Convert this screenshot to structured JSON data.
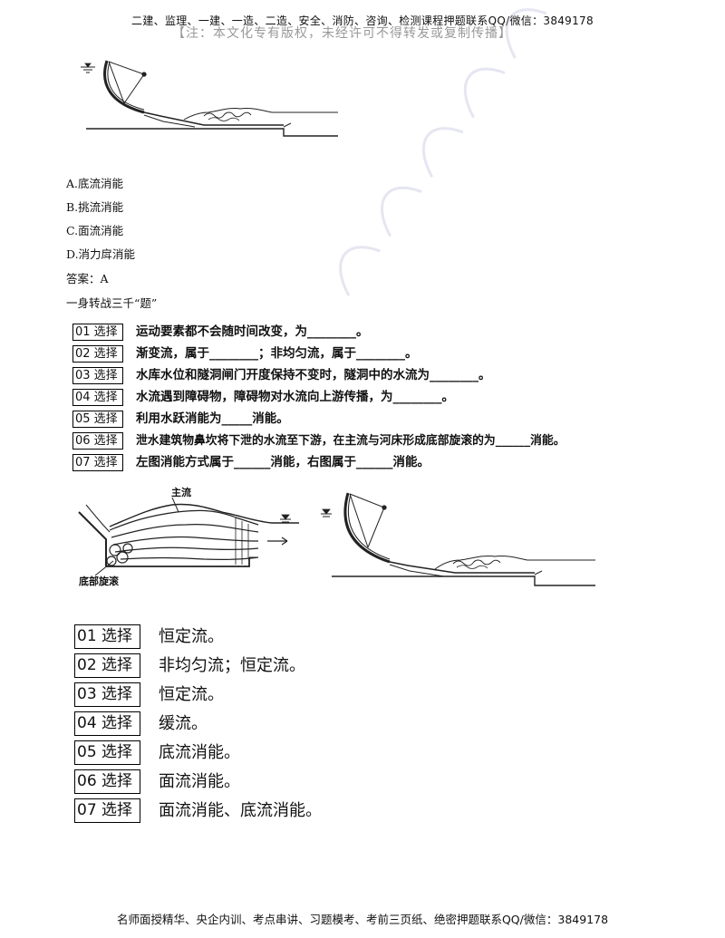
{
  "header": {
    "line": "二建、监理、一建、一造、二造、安全、消防、咨询、检测课程押题联系QQ/微信：3849178",
    "ghost": "【注：本文化专有版权，未经许可不得转发或复制传播】"
  },
  "options": [
    "A.底流消能",
    "B.挑流消能",
    "C.面流消能",
    "D.消力戽消能"
  ],
  "answer": "答案：A",
  "section_title": "一身转战三千“题”",
  "questions": [
    {
      "tag": "01 选择",
      "text": "运动要素都不会随时间改变，为________。"
    },
    {
      "tag": "02 选择",
      "text": "渐变流，属于________；非均匀流，属于________。"
    },
    {
      "tag": "03 选择",
      "text": "水库水位和隧洞闸门开度保持不变时，隧洞中的水流为________。"
    },
    {
      "tag": "04 选择",
      "text": "水流遇到障碍物，障碍物对水流向上游传播，为________。"
    },
    {
      "tag": "05 选择",
      "text": "利用水跃消能为_____消能。"
    },
    {
      "tag": "06 选择",
      "text": "泄水建筑物鼻坎将下泄的水流至下游，在主流与河床形成底部旋滚的为______消能。"
    },
    {
      "tag": "07 选择",
      "text": "左图消能方式属于______消能，右图属于______消能。"
    }
  ],
  "diagram_labels": {
    "main_flow": "主流",
    "bottom_roller": "底部旋滚"
  },
  "answers": [
    {
      "tag": "01 选择",
      "text": "恒定流。"
    },
    {
      "tag": "02 选择",
      "text": "非均匀流；恒定流。"
    },
    {
      "tag": "03 选择",
      "text": "恒定流。"
    },
    {
      "tag": "04 选择",
      "text": "缓流。"
    },
    {
      "tag": "05 选择",
      "text": "底流消能。"
    },
    {
      "tag": "06 选择",
      "text": "面流消能。"
    },
    {
      "tag": "07 选择",
      "text": "面流消能、底流消能。"
    }
  ],
  "footer": "名师面授精华、央企内训、考点串讲、习题模考、考前三页纸、绝密押题联系QQ/微信：3849178"
}
